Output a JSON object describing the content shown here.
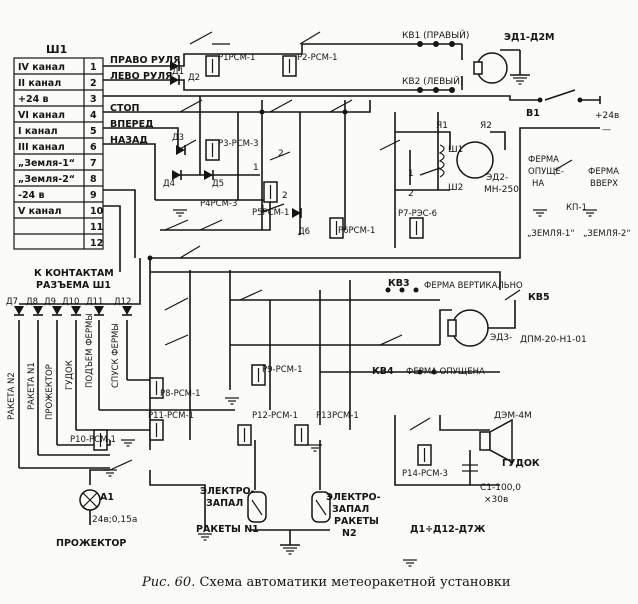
{
  "connector": {
    "title": "Ш1",
    "rows": [
      {
        "num": "1",
        "label": "IV канал",
        "wire": "ПРАВО РУЛЯ"
      },
      {
        "num": "2",
        "label": "II канал",
        "wire": "ЛЕВО РУЛЯ"
      },
      {
        "num": "3",
        "label": "+24 в",
        "wire": ""
      },
      {
        "num": "4",
        "label": "VI канал",
        "wire": "СТОП"
      },
      {
        "num": "5",
        "label": "I канал",
        "wire": "ВПЕРЕД"
      },
      {
        "num": "6",
        "label": "III канал",
        "wire": "НАЗАД"
      },
      {
        "num": "7",
        "label": "„Земля-1“",
        "wire": ""
      },
      {
        "num": "8",
        "label": "„Земля-2“",
        "wire": ""
      },
      {
        "num": "9",
        "label": "-24 в",
        "wire": ""
      },
      {
        "num": "10",
        "label": "V канал",
        "wire": ""
      },
      {
        "num": "11",
        "label": "",
        "wire": ""
      },
      {
        "num": "12",
        "label": "",
        "wire": ""
      }
    ]
  },
  "labels": {
    "d1": "Д1",
    "d2": "Д2",
    "d3": "Д3",
    "d4": "Д4",
    "d5": "Д5",
    "d6": "Д6",
    "p1": "Р1РСМ-1",
    "p2": "Р2-РСМ-1",
    "p3": "Р3-РСМ-3",
    "p4": "Р4РСМ-3",
    "p5": "Р5РСМ-1",
    "p6": "Р6РСМ-1",
    "p7": "Р7-РЭС-6",
    "kv1": "КВ1 (ПРАВЫЙ)",
    "kv2": "КВ2 (ЛЕВЫЙ)",
    "ed1": "ЭД1-Д2М",
    "b1": "В1",
    "plus24": "+24в",
    "minus": "—",
    "ya1": "Я1",
    "ya2": "Я2",
    "sh1": "Ш1",
    "sh2": "Ш2",
    "num1": "1",
    "num2": "2",
    "ed2a": "ЭД2-",
    "ed2b": "МН-250",
    "sw2a": "2",
    "sw2b": "2",
    "sw1a": "1",
    "sw1b": "1",
    "ferma_down_a": "ФЕРМА",
    "ferma_down_b": "ОПУЩЕ-",
    "ferma_down_c": "НА",
    "ferma_up_a": "ФЕРМА",
    "ferma_up_b": "ВВЕРХ",
    "kp1": "КП-1",
    "zem1": "„ЗЕМЛЯ-1“",
    "zem2": "„ЗЕМЛЯ-2“",
    "contacts_a": "К КОНТАКТАМ",
    "contacts_b": "РАЗЪЕМА Ш1",
    "d7": "Д7",
    "d8": "Д8",
    "d9": "Д9",
    "d10": "Д10",
    "d11": "Д11",
    "d12": "Д12",
    "kv3": "КВ3",
    "ferma_vert": "ФЕРМА ВЕРТИКАЛЬНО",
    "kv5": "КВ5",
    "ed3": "ЭД3-",
    "ed3b": "ДПМ-20-Н1-01",
    "kv4": "КВ4",
    "ferma_opush": "ФЕРМА ОПУЩЕНА",
    "podem": "ПОДЪЕМ ФЕРМЫ",
    "spusk": "СПУСК ФЕРМЫ",
    "gudok_v": "ГУДОК",
    "proj_v": "ПРОЖЕКТОР",
    "raketa1": "РАКЕТА N1",
    "raketa2": "РАКЕТА N2",
    "p8": "Р8-РСМ-1",
    "p9": "Р9-РСМ-1",
    "p10": "Р10-РСМ-1",
    "p11": "Р11-РСМ-1",
    "p12": "Р12-РСМ-1",
    "p13": "Р13РСМ-1",
    "p14": "Р14-РСМ-3",
    "dem": "ДЭМ-4М",
    "gudok": "ГУДОК",
    "c1": "С1-100,0",
    "c1b": "×30в",
    "a1": "А1",
    "a1b": "24в;0,15а",
    "projector": "ПРОЖЕКТОР",
    "ez1a": "ЭЛЕКТРО-",
    "ez1b": "ЗАПАЛ",
    "ez1c": "РАКЕТЫ N1",
    "ez2a": "ЭЛЕКТРО-",
    "ez2b": "ЗАПАЛ",
    "ez2c": "РАКЕТЫ",
    "ez2d": "N2",
    "diodes": "Д1÷Д12-Д7Ж"
  },
  "caption": {
    "prefix": "Рис. 60.",
    "text": " Схема автоматики метеоракетной установки"
  }
}
